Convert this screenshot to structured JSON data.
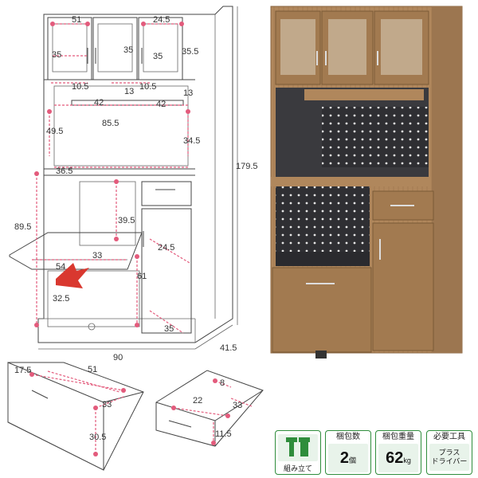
{
  "front_drawing": {
    "dims": {
      "w51": "51",
      "w24_5": "24.5",
      "h35_left": "35",
      "h35_mid": "35",
      "h35_right": "35",
      "h35_5": "35.5",
      "d10_5a": "10.5",
      "d13a": "13",
      "d10_5b": "10.5",
      "d13b": "13",
      "d42a": "42",
      "d42b": "42",
      "w85_5": "85.5",
      "h49_5": "49.5",
      "h34_5": "34.5",
      "w36_5": "36.5",
      "h179_5": "179.5",
      "h89_5": "89.5",
      "h39_5": "39.5",
      "d24_5": "24.5",
      "w33": "33",
      "w54": "54",
      "h61": "61",
      "d32_5": "32.5",
      "d35": "35",
      "w90": "90",
      "d41_5": "41.5"
    }
  },
  "drawers": {
    "large": {
      "d17_5": "17.5",
      "w51": "51",
      "d33": "33",
      "h30_5": "30.5"
    },
    "small": {
      "d8": "8",
      "w22": "22",
      "d33": "33",
      "h11_5": "11.5"
    }
  },
  "badges": [
    {
      "title": "",
      "text": "組み立て"
    },
    {
      "title": "梱包数",
      "value": "2",
      "unit": "個"
    },
    {
      "title": "梱包重量",
      "value": "62",
      "unit": "kg"
    },
    {
      "title": "必要工具",
      "line1": "プラス",
      "line2": "ドライバー"
    }
  ],
  "colors": {
    "wood": "#b0875c",
    "wood_dark": "#8a6640",
    "panel": "#2f2f33",
    "accent": "#e35b7c",
    "badge_green": "#2f8d3c"
  }
}
